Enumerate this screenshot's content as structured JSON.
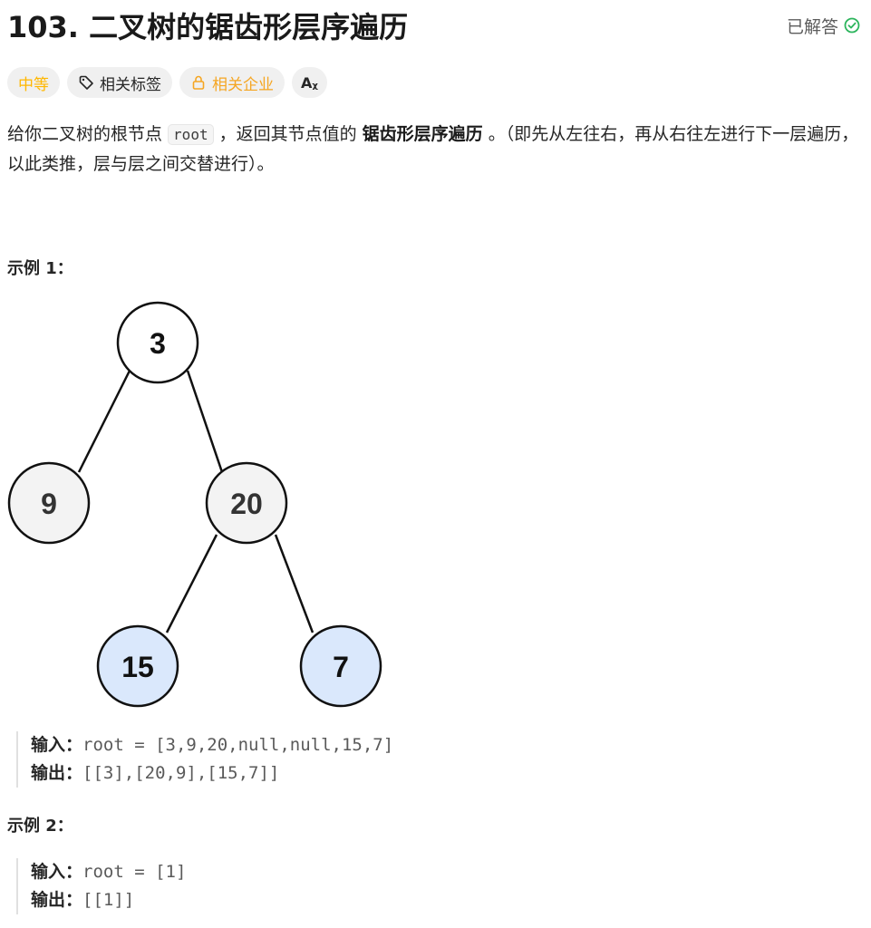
{
  "header": {
    "title": "103. 二叉树的锯齿形层序遍历",
    "status": "已解答"
  },
  "tags": {
    "difficulty": "中等",
    "related_tags": "相关标签",
    "related_companies": "相关企业",
    "translate": "Aᵪ"
  },
  "description": {
    "p1_a": "给你二叉树的根节点 ",
    "p1_code": "root",
    "p1_b": " ，返回其节点值的 ",
    "p1_bold": "锯齿形层序遍历",
    "p1_c": " 。（即先从左往右，再从右往左进行下一层遍历，以此类推，层与层之间交替进行）。"
  },
  "example1": {
    "title": "示例 1：",
    "tree_nodes": [
      "3",
      "9",
      "20",
      "15",
      "7"
    ],
    "input_label": "输入：",
    "input_value": "root = [3,9,20,null,null,15,7]",
    "output_label": "输出：",
    "output_value": "[[3],[20,9],[15,7]]"
  },
  "example2": {
    "title": "示例 2：",
    "input_label": "输入：",
    "input_value": "root = [1]",
    "output_label": "输出：",
    "output_value": "[[1]]"
  },
  "colors": {
    "node_fill": "#f3f3f3",
    "leaf_fill": "#dae8fc",
    "difficulty": "#ffb700",
    "solved_icon": "#2db55d"
  }
}
